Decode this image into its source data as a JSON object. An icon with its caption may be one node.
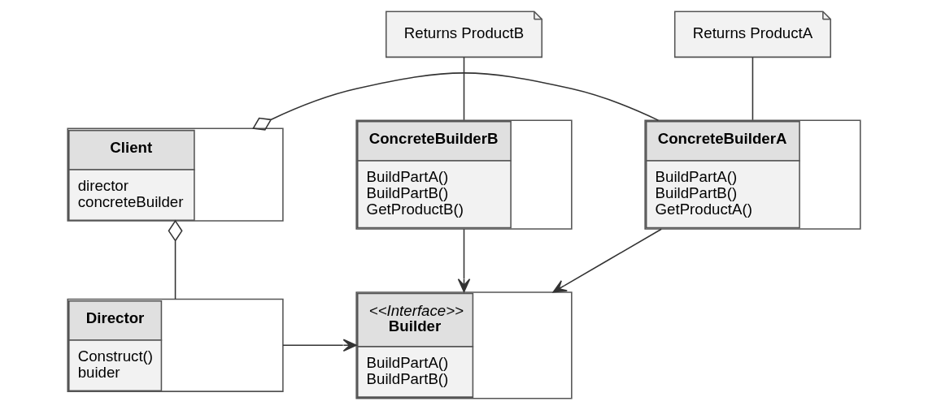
{
  "diagram": {
    "nodes": [
      {
        "text": [
          "Director",
          "Construct()",
          "buider"
        ]
      },
      {
        "text": [
          "<<Interface>>",
          "Builder",
          "BuildPartA()",
          "BuildPartB()"
        ]
      },
      {
        "text": [
          "Client",
          "director",
          "concreteBuilder"
        ]
      },
      {
        "text": [
          "ConcreteBuilderA",
          "BuildPartA()",
          "BuildPartB()",
          "GetProductA()"
        ]
      },
      {
        "text": [
          "ConcreteBuilderB",
          "BuildPartA()",
          "BuildPartB()",
          "GetProductB()"
        ]
      },
      {
        "text": [
          "Returns ProductA"
        ]
      },
      {
        "text": [
          "Returns ProductB"
        ]
      }
    ],
    "edges": [
      {
        "from": 0,
        "to": 1,
        "arrow": "to"
      },
      {
        "from": 2,
        "to": 0,
        "arrow": "other"
      },
      {
        "from": 2,
        "to": 3,
        "arrow": "other"
      },
      {
        "from": 3,
        "to": 1,
        "arrow": "to"
      },
      {
        "from": 4,
        "to": 1,
        "arrow": "to"
      },
      {
        "from": 5,
        "to": 3,
        "arrow": "none"
      },
      {
        "from": 6,
        "to": 4,
        "arrow": "none"
      }
    ]
  }
}
